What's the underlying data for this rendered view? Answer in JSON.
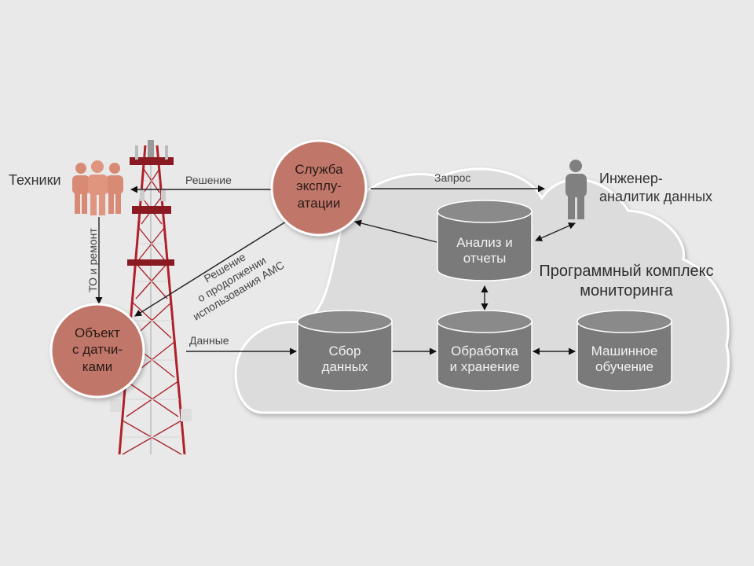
{
  "actors": {
    "technicians": "Техники",
    "analyst": "Инженер-\nаналитик данных"
  },
  "nodes": {
    "service": "Служба\nэксплу-\nатации",
    "object": "Объект\nс датчи-\nками"
  },
  "cloud": {
    "title": "Программный комплекс\nмониторинга",
    "db_collect": "Сбор\nданных",
    "db_process": "Обработка\nи хранение",
    "db_ml": "Машинное\nобучение",
    "db_analysis": "Анализ и\nотчеты"
  },
  "edges": {
    "decision": "Решение",
    "request": "Запрос",
    "maintenance": "ТО и ремонт",
    "decision_continue_1": "Решение",
    "decision_continue_2": "о продолжении",
    "decision_continue_3": "использования АМС",
    "data": "Данные"
  },
  "colors": {
    "background": "#e9e9e9",
    "cloud_fill": "#dcdcdc",
    "database_fill": "#7a7a7a",
    "node_fill": "#c0776a",
    "person_technician": "#d88a75",
    "person_analyst": "#808080",
    "tower_red": "#b0202a"
  }
}
